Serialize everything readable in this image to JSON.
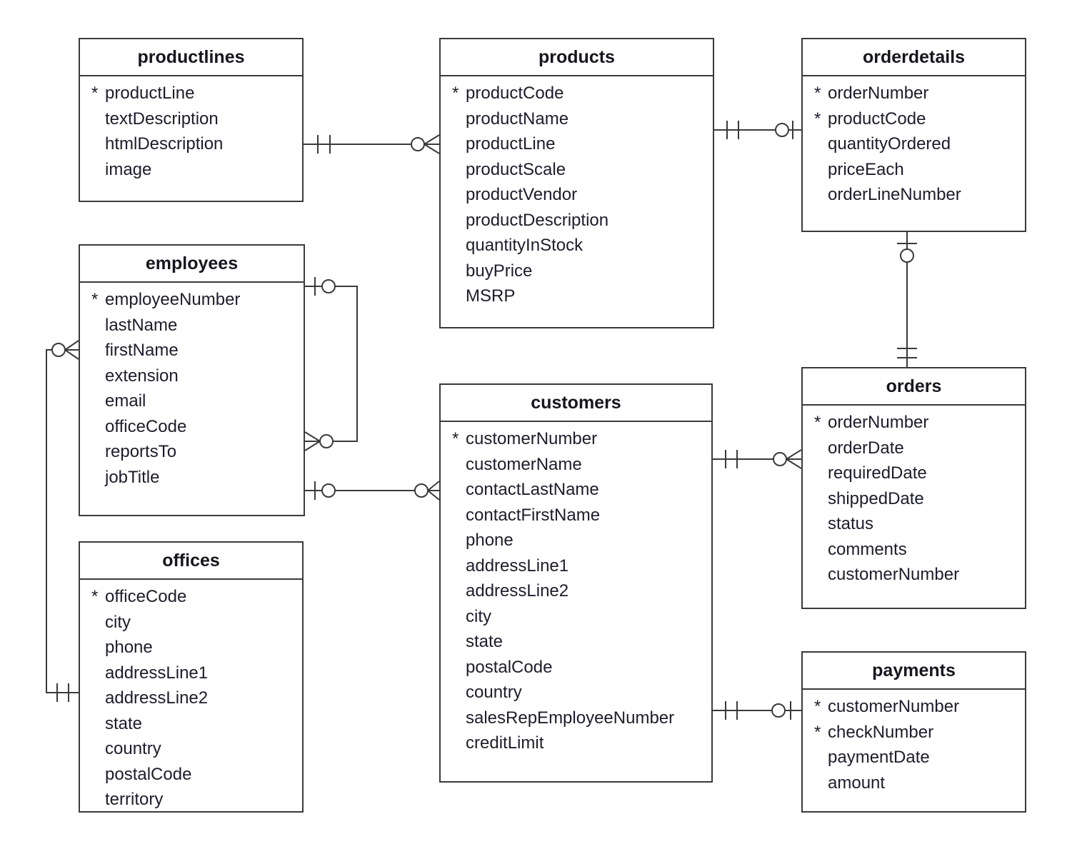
{
  "colors": {
    "background": "#ffffff",
    "line": "#3a3a3a",
    "text": "#1d1d2b",
    "title": "#16161e"
  },
  "entities": [
    {
      "name": "productlines",
      "fields": [
        {
          "star": "*",
          "name": "productLine"
        },
        {
          "star": "",
          "name": "textDescription"
        },
        {
          "star": "",
          "name": "htmlDescription"
        },
        {
          "star": "",
          "name": "image"
        }
      ]
    },
    {
      "name": "products",
      "fields": [
        {
          "star": "*",
          "name": "productCode"
        },
        {
          "star": "",
          "name": "productName"
        },
        {
          "star": "",
          "name": "productLine"
        },
        {
          "star": "",
          "name": "productScale"
        },
        {
          "star": "",
          "name": "productVendor"
        },
        {
          "star": "",
          "name": "productDescription"
        },
        {
          "star": "",
          "name": "quantityInStock"
        },
        {
          "star": "",
          "name": "buyPrice"
        },
        {
          "star": "",
          "name": "MSRP"
        }
      ]
    },
    {
      "name": "orderdetails",
      "fields": [
        {
          "star": "*",
          "name": "orderNumber"
        },
        {
          "star": "*",
          "name": "productCode"
        },
        {
          "star": "",
          "name": "quantityOrdered"
        },
        {
          "star": "",
          "name": "priceEach"
        },
        {
          "star": "",
          "name": "orderLineNumber"
        }
      ]
    },
    {
      "name": "employees",
      "fields": [
        {
          "star": "*",
          "name": "employeeNumber"
        },
        {
          "star": "",
          "name": "lastName"
        },
        {
          "star": "",
          "name": "firstName"
        },
        {
          "star": "",
          "name": "extension"
        },
        {
          "star": "",
          "name": "email"
        },
        {
          "star": "",
          "name": "officeCode"
        },
        {
          "star": "",
          "name": "reportsTo"
        },
        {
          "star": "",
          "name": "jobTitle"
        }
      ]
    },
    {
      "name": "customers",
      "fields": [
        {
          "star": "*",
          "name": "customerNumber"
        },
        {
          "star": "",
          "name": "customerName"
        },
        {
          "star": "",
          "name": "contactLastName"
        },
        {
          "star": "",
          "name": "contactFirstName"
        },
        {
          "star": "",
          "name": "phone"
        },
        {
          "star": "",
          "name": "addressLine1"
        },
        {
          "star": "",
          "name": "addressLine2"
        },
        {
          "star": "",
          "name": "city"
        },
        {
          "star": "",
          "name": "state"
        },
        {
          "star": "",
          "name": "postalCode"
        },
        {
          "star": "",
          "name": "country"
        },
        {
          "star": "",
          "name": "salesRepEmployeeNumber"
        },
        {
          "star": "",
          "name": "creditLimit"
        }
      ]
    },
    {
      "name": "orders",
      "fields": [
        {
          "star": "*",
          "name": "orderNumber"
        },
        {
          "star": "",
          "name": "orderDate"
        },
        {
          "star": "",
          "name": "requiredDate"
        },
        {
          "star": "",
          "name": "shippedDate"
        },
        {
          "star": "",
          "name": "status"
        },
        {
          "star": "",
          "name": "comments"
        },
        {
          "star": "",
          "name": "customerNumber"
        }
      ]
    },
    {
      "name": "offices",
      "fields": [
        {
          "star": "*",
          "name": "officeCode"
        },
        {
          "star": "",
          "name": "city"
        },
        {
          "star": "",
          "name": "phone"
        },
        {
          "star": "",
          "name": "addressLine1"
        },
        {
          "star": "",
          "name": "addressLine2"
        },
        {
          "star": "",
          "name": "state"
        },
        {
          "star": "",
          "name": "country"
        },
        {
          "star": "",
          "name": "postalCode"
        },
        {
          "star": "",
          "name": "territory"
        }
      ]
    },
    {
      "name": "payments",
      "fields": [
        {
          "star": "*",
          "name": "customerNumber"
        },
        {
          "star": "*",
          "name": "checkNumber"
        },
        {
          "star": "",
          "name": "paymentDate"
        },
        {
          "star": "",
          "name": "amount"
        }
      ]
    }
  ],
  "relationships": [
    {
      "from": "productlines",
      "to": "products",
      "from_cardinality": "one and only one",
      "to_cardinality": "zero or many"
    },
    {
      "from": "products",
      "to": "orderdetails",
      "from_cardinality": "one and only one",
      "to_cardinality": "zero or one"
    },
    {
      "from": "orders",
      "to": "orderdetails",
      "from_cardinality": "one and only one",
      "to_cardinality": "zero or one"
    },
    {
      "from": "customers",
      "to": "orders",
      "from_cardinality": "one and only one",
      "to_cardinality": "zero or many"
    },
    {
      "from": "customers",
      "to": "payments",
      "from_cardinality": "one and only one",
      "to_cardinality": "zero or one"
    },
    {
      "from": "employees",
      "to": "customers",
      "from_cardinality": "zero or one",
      "to_cardinality": "zero or many"
    },
    {
      "from": "employees",
      "to": "employees",
      "from_cardinality": "zero or one",
      "to_cardinality": "zero or many"
    },
    {
      "from": "offices",
      "to": "employees",
      "from_cardinality": "one and only one",
      "to_cardinality": "zero or many"
    }
  ]
}
